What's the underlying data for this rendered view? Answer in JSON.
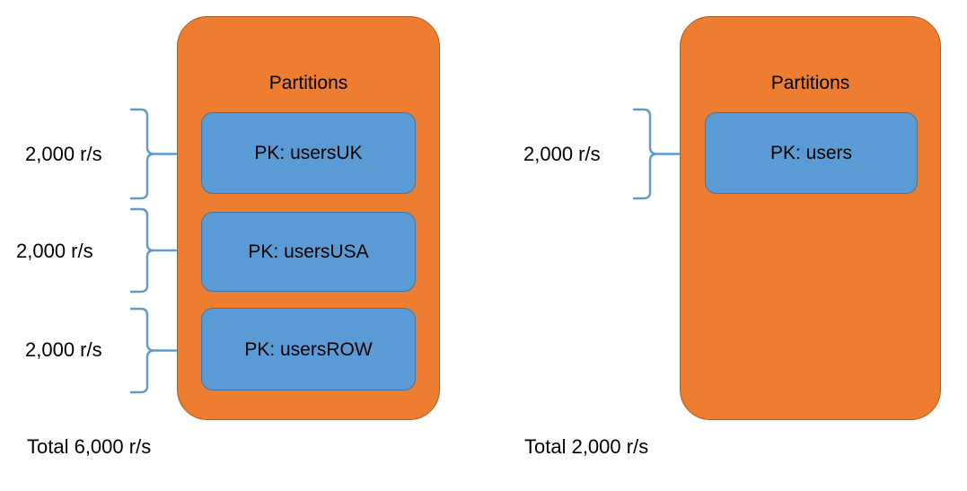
{
  "diagram": {
    "title_text": "Partitions",
    "colors": {
      "partition_container_fill": "#ED7D31",
      "partition_container_stroke": "#B5591F",
      "pk_box_fill": "#5B9BD5",
      "pk_box_stroke": "#3E74A8",
      "brace_stroke": "#5B9BD5",
      "text": "#000000",
      "background": "#FFFFFF"
    },
    "panels": [
      {
        "id": "left",
        "container_title": "Partitions",
        "partitions": [
          {
            "label": "PK: usersUK",
            "rate": "2,000 r/s"
          },
          {
            "label": "PK: usersUSA",
            "rate": "2,000 r/s"
          },
          {
            "label": "PK: usersROW",
            "rate": "2,000 r/s"
          }
        ],
        "total": "Total 6,000 r/s"
      },
      {
        "id": "right",
        "container_title": "Partitions",
        "partitions": [
          {
            "label": "PK: users",
            "rate": "2,000 r/s"
          }
        ],
        "total": "Total 2,000 r/s"
      }
    ]
  }
}
